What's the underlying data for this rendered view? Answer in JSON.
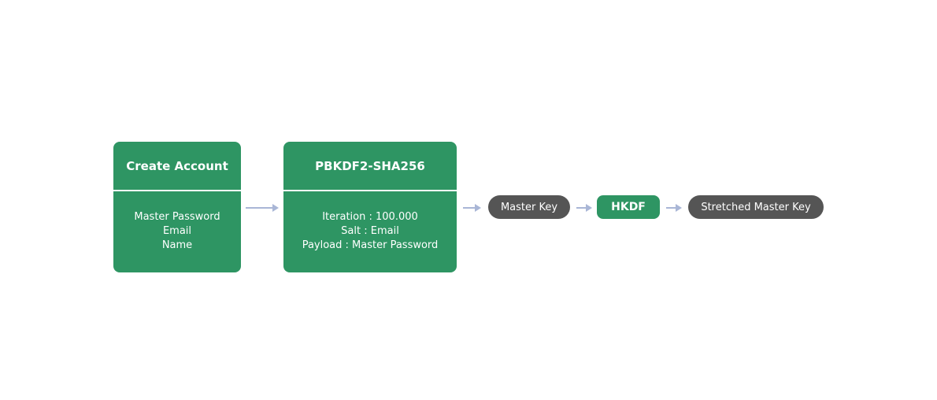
{
  "diagram": {
    "create_account": {
      "title": "Create Account",
      "lines": [
        "Master Password",
        "Email",
        "Name"
      ]
    },
    "pbkdf2": {
      "title": "PBKDF2-SHA256",
      "lines": [
        "Iteration : 100.000",
        "Salt : Email",
        "Payload : Master Password"
      ]
    },
    "master_key": "Master Key",
    "hkdf": "HKDF",
    "stretched_master_key": "Stretched Master Key"
  },
  "colors": {
    "green": "#2e9563",
    "dark_pill": "#555555",
    "arrow": "#a9b6d6"
  }
}
